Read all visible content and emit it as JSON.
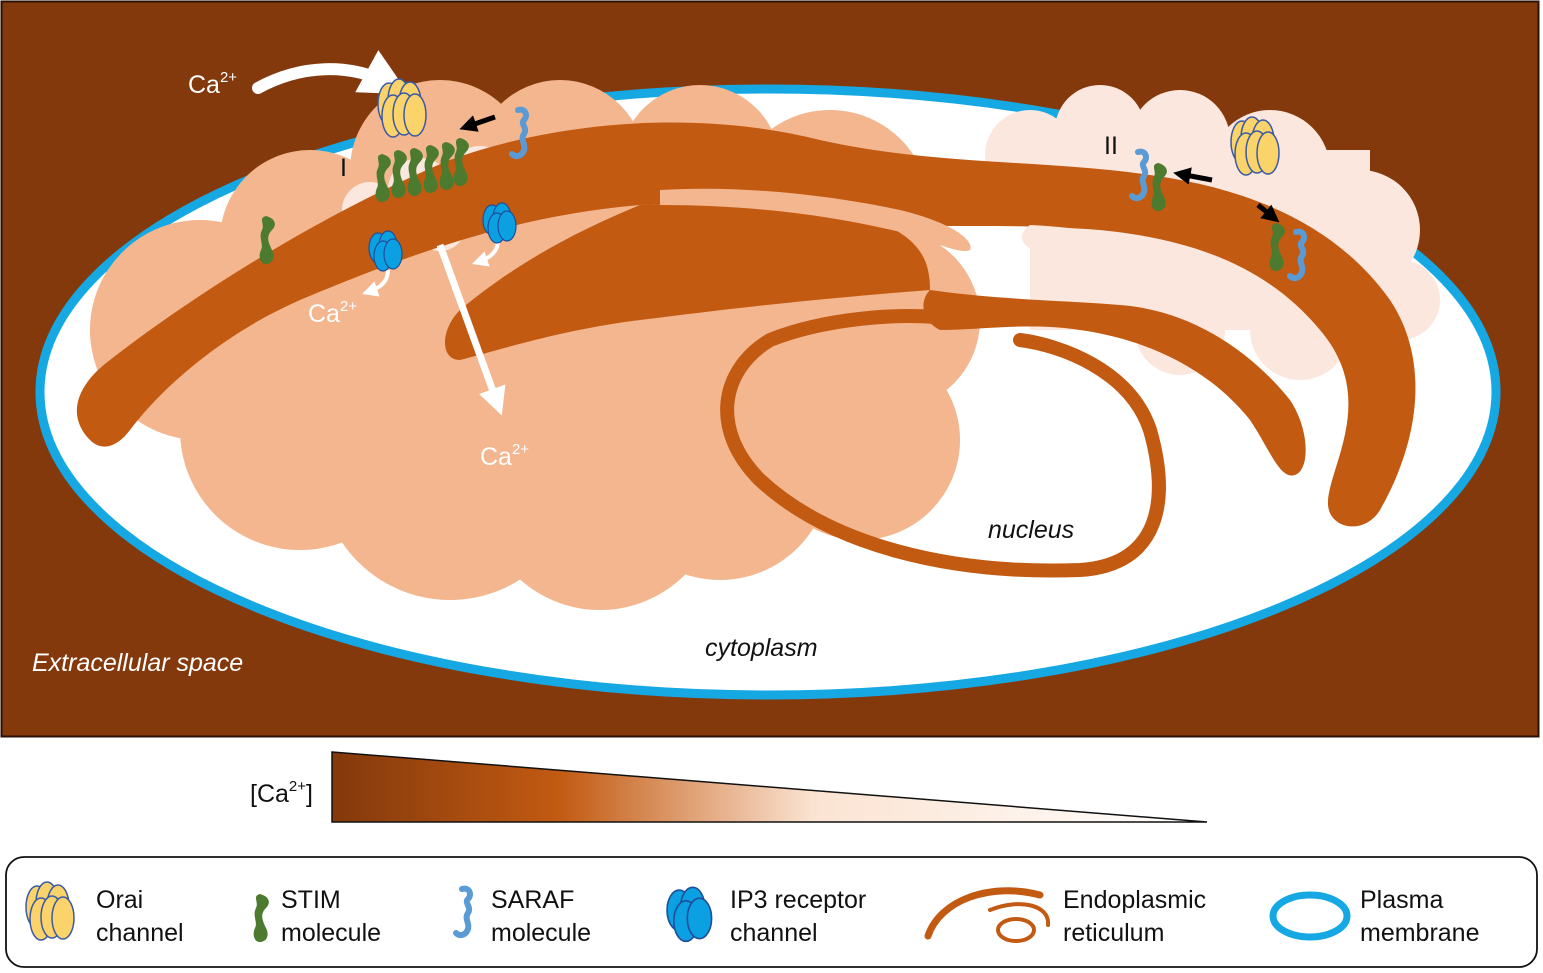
{
  "colors": {
    "extracellular": "#83390c",
    "membrane": "#16a8e3",
    "er": "#c25a12",
    "cytoplasm_shade": "#f3b68f",
    "cloud_light": "#fbe7dd",
    "orai": "#fad46b",
    "orai_stroke": "#3b5aa6",
    "stim": "#4c7a2e",
    "saraf": "#5b9bd5",
    "ip3r": "#0aa0e2",
    "ip3r_stroke": "#1f4e9a"
  },
  "labels": {
    "extracellular": "Extracellular space",
    "cytoplasm": "cytoplasm",
    "nucleus": "nucleus",
    "region_one": "I",
    "region_two": "II",
    "ca_base": "Ca",
    "ca_sup": "2+",
    "gradient_open": "[Ca",
    "gradient_sup": "2+",
    "gradient_close": "]"
  },
  "legend": {
    "orai": [
      "Orai",
      "channel"
    ],
    "stim": [
      "STIM",
      "molecule"
    ],
    "saraf": [
      "SARAF",
      "molecule"
    ],
    "ip3r": [
      "IP3 receptor",
      "channel"
    ],
    "er": [
      "Endoplasmic",
      "reticulum"
    ],
    "membrane": [
      "Plasma",
      "membrane"
    ]
  }
}
